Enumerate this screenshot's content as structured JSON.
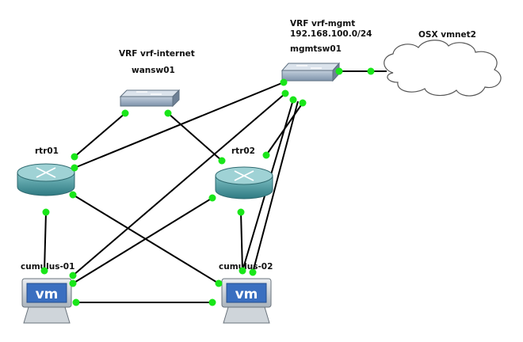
{
  "labels": {
    "vrf_internet": "VRF vrf-internet",
    "vrf_mgmt": "VRF vrf-mgmt",
    "mgmt_subnet": "192.168.100.0/24",
    "cloud": "OSX vmnet2"
  },
  "nodes": {
    "wansw01": {
      "label": "wansw01",
      "type": "switch"
    },
    "mgmtsw01": {
      "label": "mgmtsw01",
      "type": "switch"
    },
    "rtr01": {
      "label": "rtr01",
      "type": "router"
    },
    "rtr02": {
      "label": "rtr02",
      "type": "router"
    },
    "cumulus01": {
      "label": "cumulus-01",
      "type": "vm-host",
      "badge": "vm"
    },
    "cumulus02": {
      "label": "cumulus-02",
      "type": "vm-host",
      "badge": "vm"
    },
    "cloud": {
      "type": "cloud"
    }
  },
  "links": [
    [
      "wansw01",
      "rtr01"
    ],
    [
      "wansw01",
      "rtr02"
    ],
    [
      "mgmtsw01",
      "cloud"
    ],
    [
      "mgmtsw01",
      "rtr01"
    ],
    [
      "mgmtsw01",
      "rtr02"
    ],
    [
      "mgmtsw01",
      "cumulus01"
    ],
    [
      "mgmtsw01",
      "cumulus02"
    ],
    [
      "rtr01",
      "cumulus01"
    ],
    [
      "rtr01",
      "cumulus02"
    ],
    [
      "rtr02",
      "cumulus01"
    ],
    [
      "rtr02",
      "cumulus02"
    ],
    [
      "cumulus01",
      "cumulus02"
    ]
  ],
  "colors": {
    "link": "#000000",
    "port": "#19e619",
    "router": "#4f9aa0",
    "switch": "#8a9cb0",
    "vm_screen": "#3a6fc0"
  }
}
